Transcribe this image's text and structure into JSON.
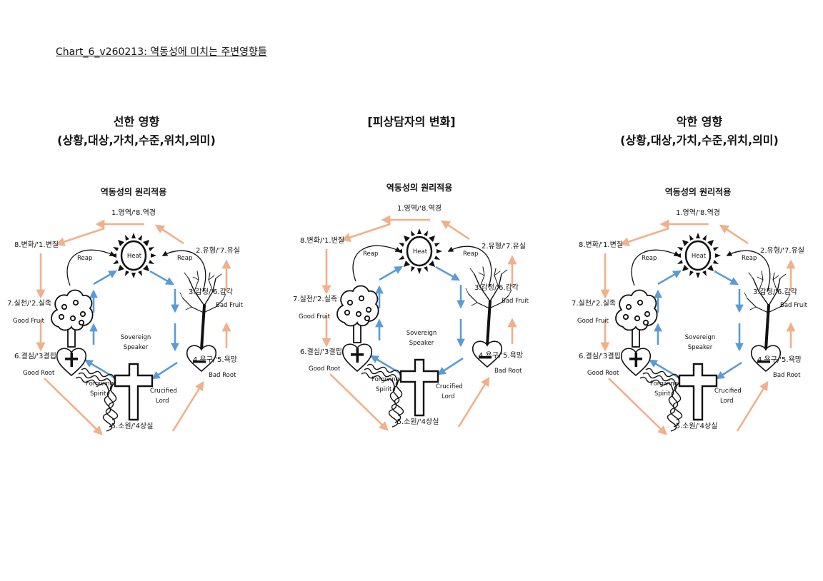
{
  "page_title": "Chart_6_v260213: 역동성에 미치는 주변영향들",
  "headings": {
    "left": [
      "선한 영향",
      "(상황,대상,가치,수준,위치,의미)"
    ],
    "center": [
      "[피상담자의 변화]"
    ],
    "right": [
      "악한 영향",
      "(상황,대상,가치,수준,위치,의미)"
    ]
  },
  "panel": {
    "title": "역동성의 원리적용",
    "labels": {
      "top": "1.영역/'8.역경",
      "upper_left": "8.변화/'1.변질",
      "upper_right": "2.유형/'7.유실",
      "mid_left": "7.실천/'2.실족",
      "mid_right": "3.감정/'6.감각",
      "lower_left": "6.결심/'3결핍",
      "lower_right": "4.욕구/'5.욕망",
      "bottom": "5.소원/'4상실",
      "good_fruit": "Good Fruit",
      "good_root": "Good Root",
      "bad_fruit": "Bad Fruit",
      "bad_root": "Bad Root",
      "reap_left": "Reap",
      "reap_right": "Reap",
      "heat": "Heat",
      "sovereign": "Sovereign",
      "speaker": "Speaker",
      "crucified": "Crucified",
      "lord": "Lord",
      "forgiving": "Forgiving",
      "spirit": "Spirit"
    }
  },
  "colors": {
    "orange_arrow": "#f0b08a",
    "blue_arrow": "#5b9bd5",
    "ink": "#111111"
  }
}
